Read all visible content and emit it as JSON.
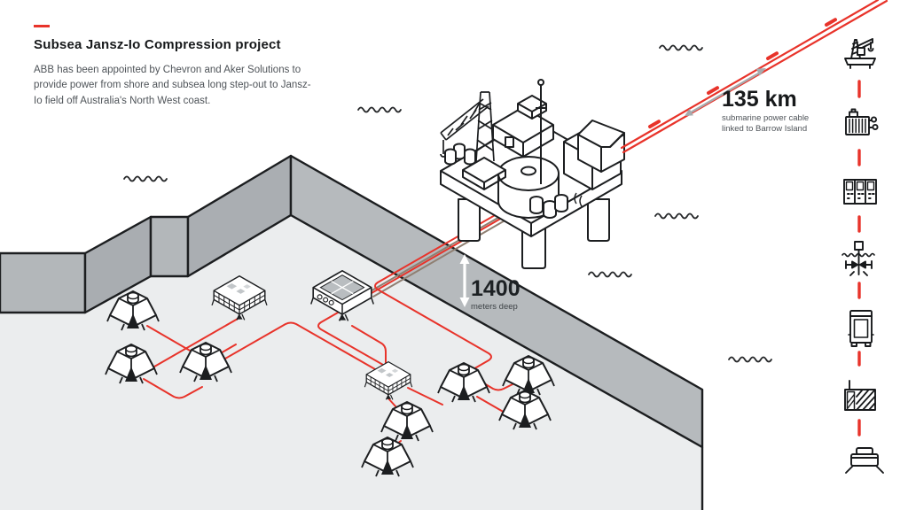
{
  "header": {
    "title": "Subsea Jansz-Io  Compression project",
    "description": "ABB has been appointed by Chevron and Aker Solutions to provide power from shore and subsea long step-out to Jansz-Io field off Australia's North West coast."
  },
  "annotations": {
    "cable_distance": "135 km",
    "cable_note_line1": "submarine power cable",
    "cable_note_line2": "linked to Barrow Island",
    "depth_value": "1400",
    "depth_label": "meters deep"
  },
  "legend": {
    "icons": [
      "offshore-platform-icon",
      "power-transformer-icon",
      "switchgear-icon",
      "subsea-wellhead-connection-icon",
      "subsea-drive-module-icon",
      "subsea-transformer-icon",
      "subsea-compression-station-icon"
    ]
  },
  "colors": {
    "accent_red": "#e8332a",
    "ink": "#1c1e20",
    "text_gray": "#4f5459",
    "cliff_gray": "#b4b8bb",
    "seafloor_gray": "#ebedee",
    "arrow_gray": "#a7abae",
    "umbilical_brown": "#8f7f72"
  }
}
